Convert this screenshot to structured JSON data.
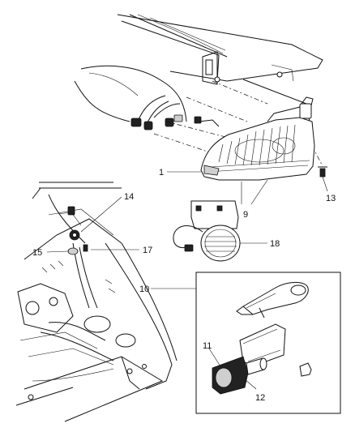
{
  "callouts": {
    "c1": "1",
    "c9": "9",
    "c10": "10",
    "c11": "11",
    "c12": "12",
    "c13": "13",
    "c14": "14",
    "c15": "15",
    "c17": "17",
    "c18": "18"
  }
}
